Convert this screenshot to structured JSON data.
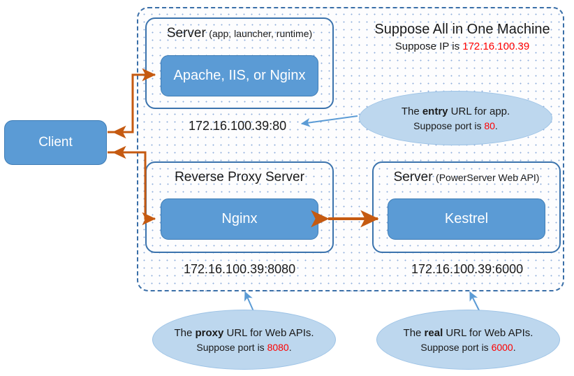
{
  "diagram": {
    "client": {
      "label": "Client"
    },
    "machine": {
      "heading_title": "Suppose All in One Machine",
      "heading_sub_prefix": "Suppose IP is ",
      "heading_ip": "172.16.100.39"
    },
    "groups": [
      {
        "id": "server-top",
        "title_main": "Server",
        "title_paren": "(app, launcher, runtime)",
        "inner_label": "Apache, IIS, or Nginx",
        "address": "172.16.100.39:80"
      },
      {
        "id": "reverse-proxy",
        "title_main": "Reverse Proxy Server",
        "title_paren": "",
        "inner_label": "Nginx",
        "address": "172.16.100.39:8080"
      },
      {
        "id": "web-api",
        "title_main": "Server",
        "title_paren": "(PowerServer Web API)",
        "inner_label": "Kestrel",
        "address": "172.16.100.39:6000"
      }
    ],
    "callouts": [
      {
        "id": "entry",
        "line1_pre": "The ",
        "line1_bold": "entry",
        "line1_post": " URL for app.",
        "line2_pre": "Suppose port is ",
        "line2_value": "80",
        "line2_post": "."
      },
      {
        "id": "proxy",
        "line1_pre": "The ",
        "line1_bold": "proxy",
        "line1_post": " URL for Web APIs.",
        "line2_pre": "Suppose port is ",
        "line2_value": "8080",
        "line2_post": "."
      },
      {
        "id": "real",
        "line1_pre": "The ",
        "line1_bold": "real",
        "line1_post": " URL for Web APIs.",
        "line2_pre": "Suppose port is ",
        "line2_value": "6000",
        "line2_post": "."
      }
    ],
    "colors": {
      "box_blue": "#5B9BD5",
      "border_blue": "#3B73AD",
      "connector_orange": "#C55A11",
      "callout_fill": "#BDD7EE",
      "accent_red": "#FF0000",
      "leader_blue": "#5B9BD5"
    }
  }
}
